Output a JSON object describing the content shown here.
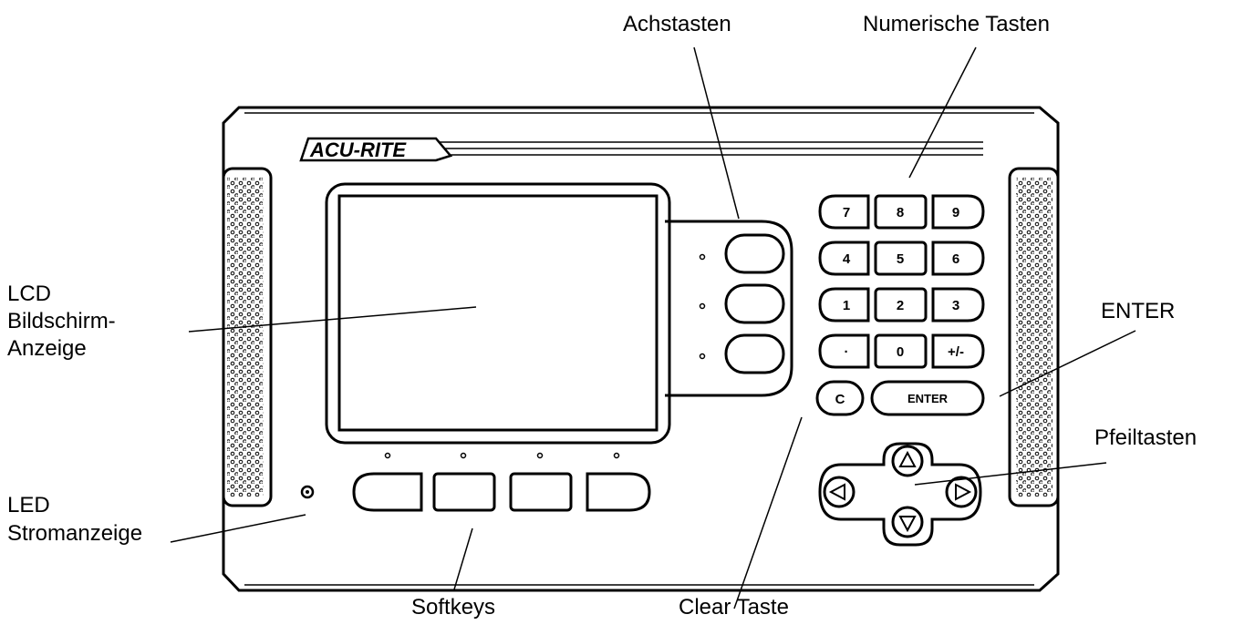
{
  "brand": "ACU-RITE",
  "labels": {
    "achstasten": "Achstasten",
    "numerische_tasten": "Numerische Tasten",
    "lcd_line1": "LCD",
    "lcd_line2": "Bildschirm-",
    "lcd_line3": "Anzeige",
    "enter": "ENTER",
    "pfeiltasten": "Pfeiltasten",
    "led_line1": "LED",
    "led_line2": "Stromanzeige",
    "softkeys": "Softkeys",
    "clear_taste": "Clear Taste"
  },
  "keypad": {
    "k7": "7",
    "k8": "8",
    "k9": "9",
    "k4": "4",
    "k5": "5",
    "k6": "6",
    "k1": "1",
    "k2": "2",
    "k3": "3",
    "kdot": "·",
    "k0": "0",
    "kpm": "+/-",
    "kc": "C",
    "kenter": "ENTER"
  },
  "icons": {
    "arrow_up": "up-arrow-icon",
    "arrow_down": "down-arrow-icon",
    "arrow_left": "left-arrow-icon",
    "arrow_right": "right-arrow-icon"
  }
}
